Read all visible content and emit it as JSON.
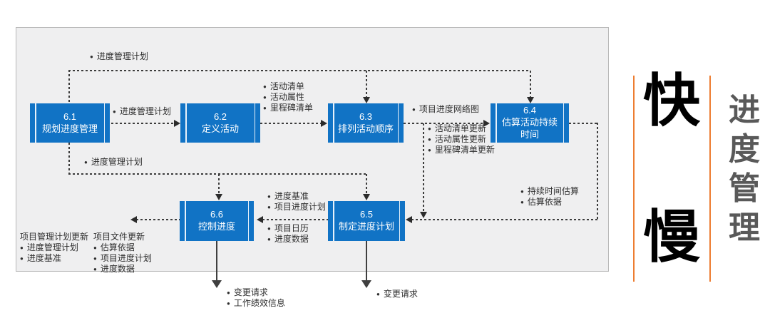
{
  "colors": {
    "process_blue": "#1173c5",
    "accent_orange": "#ed7d31",
    "side_title_gray": "#595959",
    "panel_bg": "#efeff0"
  },
  "boxes": [
    {
      "code": "6.1",
      "name": "规划进度管理"
    },
    {
      "code": "6.2",
      "name": "定义活动"
    },
    {
      "code": "6.3",
      "name": "排列活动顺序"
    },
    {
      "code": "6.4",
      "name": "估算活动持续时间"
    },
    {
      "code": "6.5",
      "name": "制定进度计划"
    },
    {
      "code": "6.6",
      "name": "控制进度"
    }
  ],
  "labels": {
    "top_loop": "进度管理计划",
    "p61_to_p62": "进度管理计划",
    "bottom_loop": "进度管理计划",
    "p63_to_p64": "项目进度网络图"
  },
  "lists": {
    "p62_outputs": [
      "活动清单",
      "活动属性",
      "里程碑清单"
    ],
    "p63_updates": [
      "活动清单更新",
      "活动属性更新",
      "里程碑清单更新"
    ],
    "p64_outputs": [
      "持续时间估算",
      "估算依据"
    ],
    "p65_to_p66_above": [
      "进度基准",
      "项目进度计划"
    ],
    "p65_to_p66_below": [
      "项目日历",
      "进度数据"
    ],
    "p66_outputs_down": [
      "变更请求",
      "工作绩效信息"
    ],
    "p65_outputs_down": [
      "变更请求"
    ],
    "plan_updates": {
      "header": "项目管理计划更新",
      "items": [
        "进度管理计划",
        "进度基准"
      ]
    },
    "doc_updates": {
      "header": "项目文件更新",
      "items": [
        "估算依据",
        "项目进度计划",
        "进度数据"
      ]
    }
  },
  "side": {
    "fast_label": "快",
    "slow_label": "慢",
    "vertical_title": "进度管理"
  }
}
